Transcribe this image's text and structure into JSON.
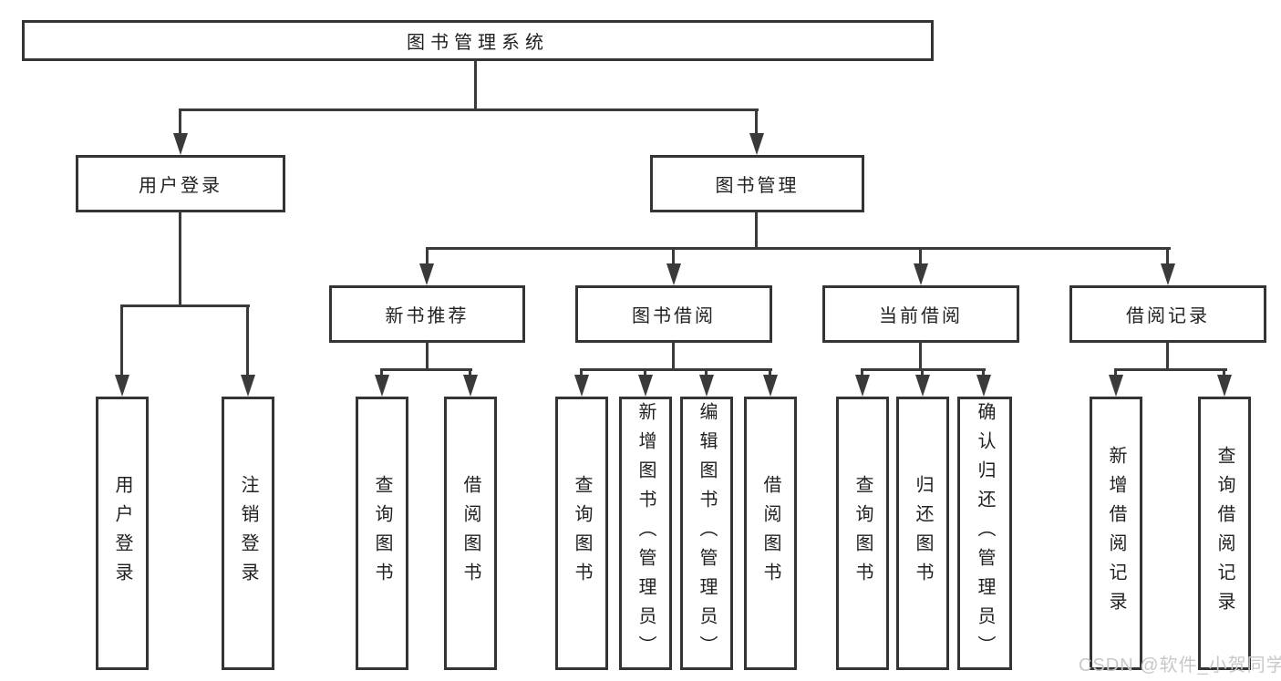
{
  "tree": {
    "root_label": "图书管理系统",
    "branches": [
      {
        "label": "用户登录",
        "children": [
          {
            "label": "用户登录"
          },
          {
            "label": "注销登录"
          }
        ]
      },
      {
        "label": "图书管理",
        "children": [
          {
            "label": "新书推荐",
            "children": [
              {
                "label": "查询图书"
              },
              {
                "label": "借阅图书"
              }
            ]
          },
          {
            "label": "图书借阅",
            "children": [
              {
                "label": "查询图书"
              },
              {
                "label": "新增图书（管理员）"
              },
              {
                "label": "编辑图书（管理员）"
              },
              {
                "label": "借阅图书"
              }
            ]
          },
          {
            "label": "当前借阅",
            "children": [
              {
                "label": "查询图书"
              },
              {
                "label": "归还图书"
              },
              {
                "label": "确认归还（管理员）"
              }
            ]
          },
          {
            "label": "借阅记录",
            "children": [
              {
                "label": "新增借阅记录"
              },
              {
                "label": "查询借阅记录"
              }
            ]
          }
        ]
      }
    ]
  },
  "watermark": {
    "text": "CSDN @软件_小贺同学"
  },
  "colors": {
    "line": "#3a3a3a",
    "border": "#343434",
    "text": "#212121",
    "watermark": "#c8c8c8",
    "background": "#ffffff"
  }
}
